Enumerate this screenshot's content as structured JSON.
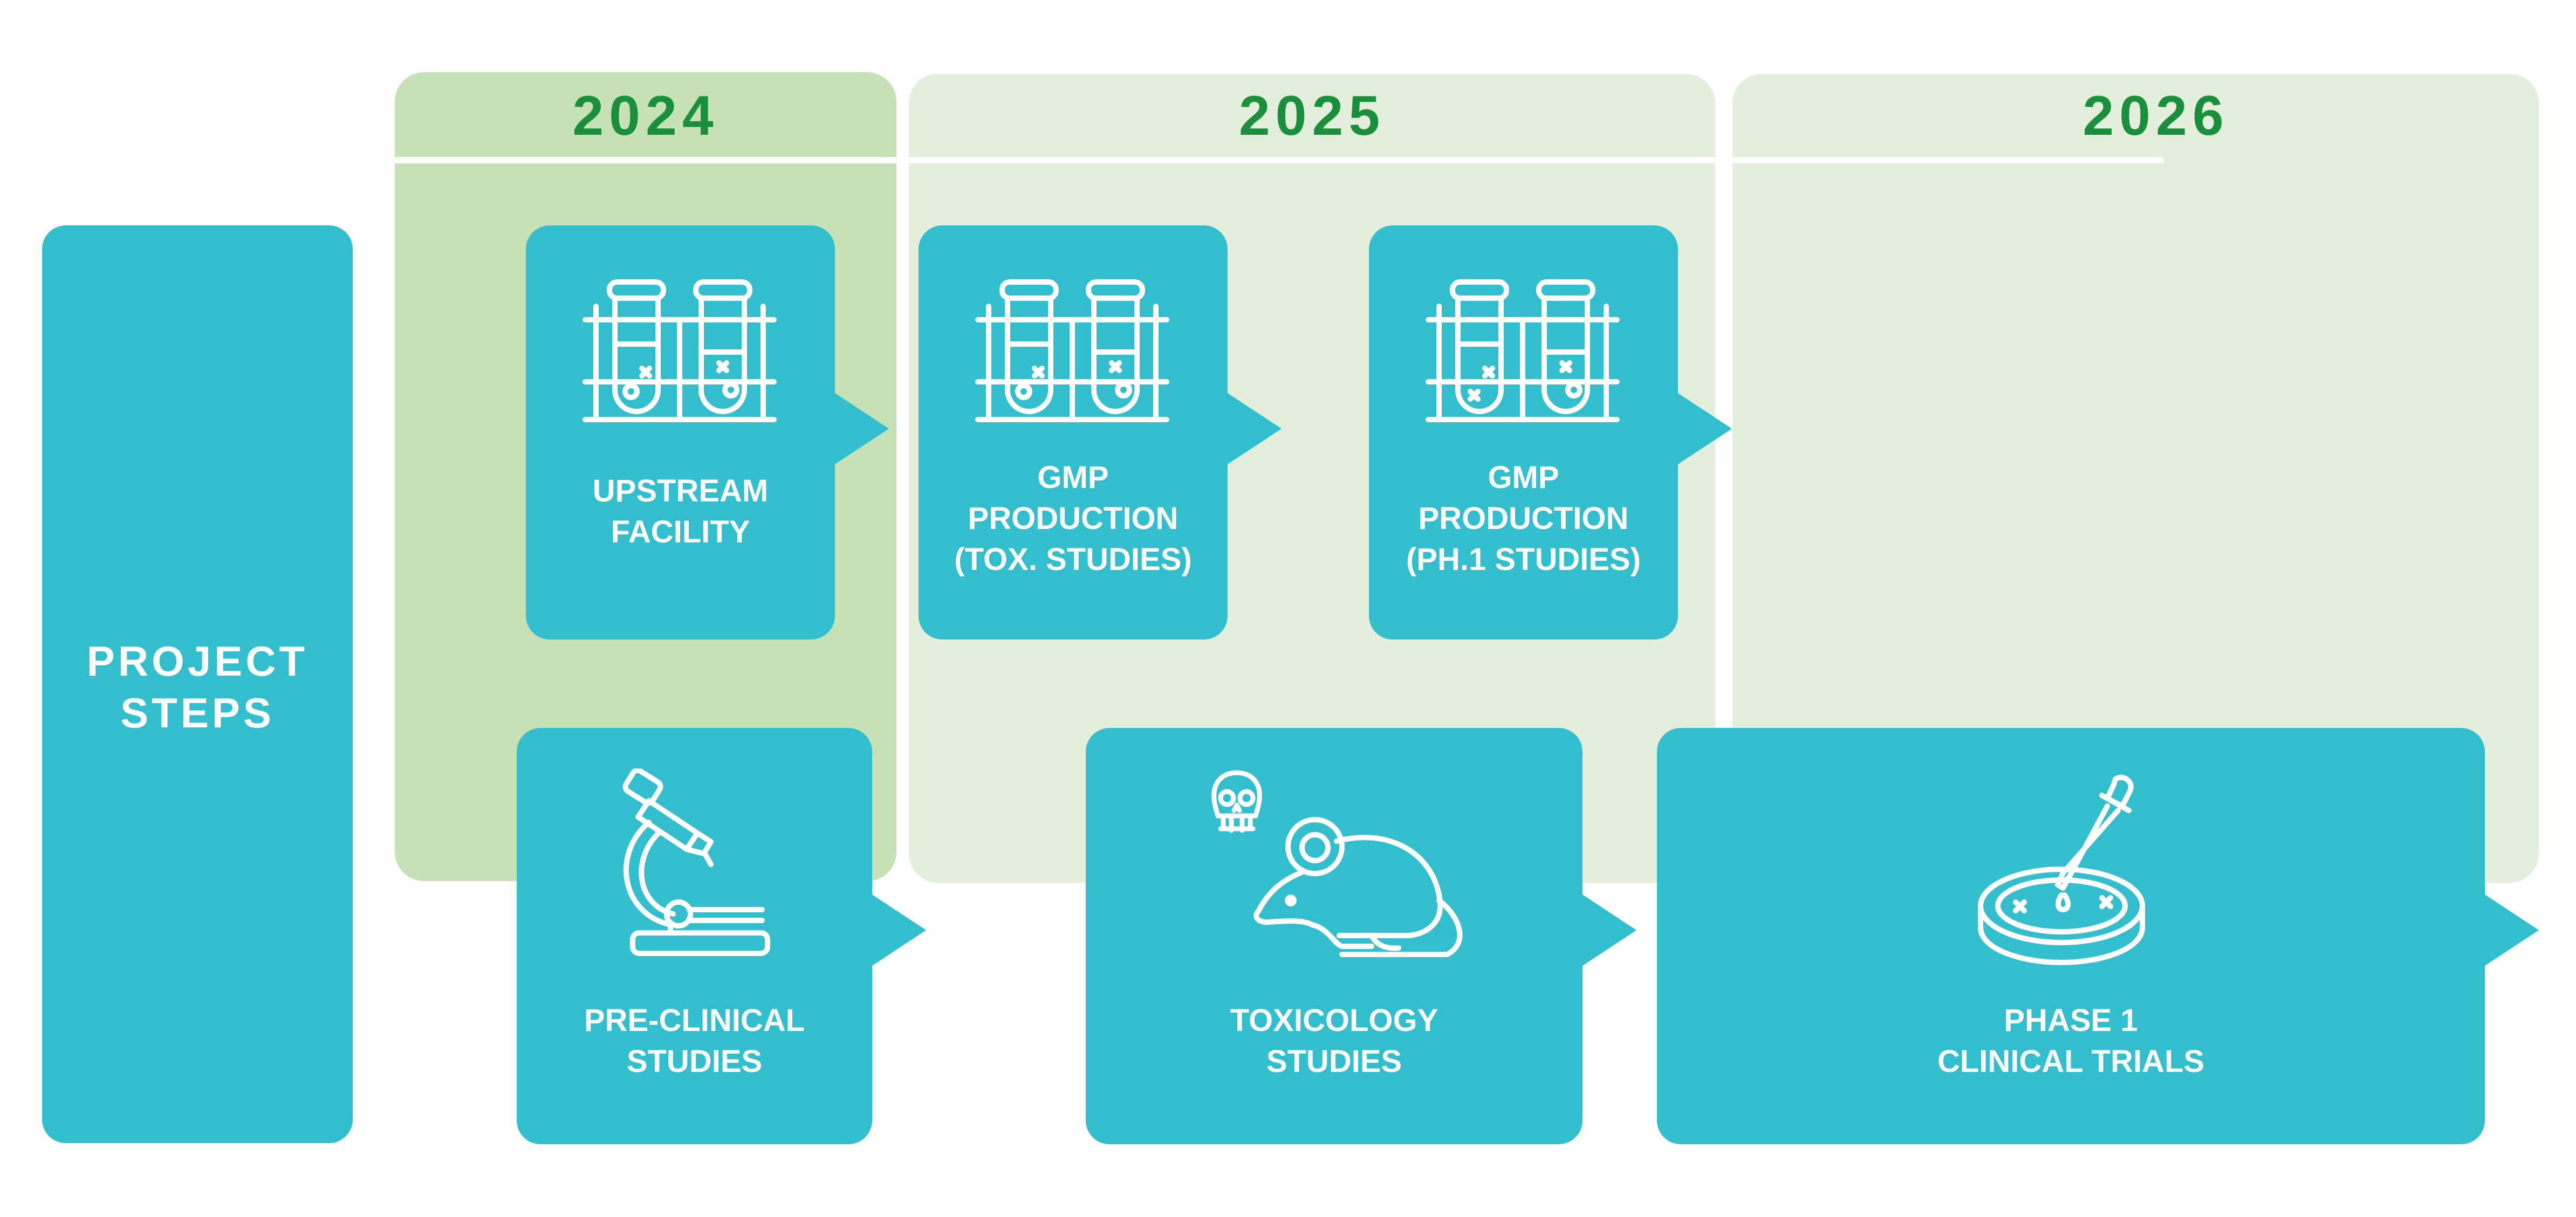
{
  "years": {
    "y2024": "2024",
    "y2025": "2025",
    "y2026": "2026"
  },
  "row_header": {
    "line1": "PROJECT",
    "line2": "STEPS"
  },
  "top_row": [
    {
      "lines": [
        "UPSTREAM",
        "FACILITY"
      ],
      "icon": "test-tubes-icon"
    },
    {
      "lines": [
        "GMP",
        "PRODUCTION",
        "(TOX. STUDIES)"
      ],
      "icon": "test-tubes-icon"
    },
    {
      "lines": [
        "GMP",
        "PRODUCTION",
        "(PH.1 STUDIES)"
      ],
      "icon": "test-tubes-icon"
    }
  ],
  "bottom_row": [
    {
      "lines": [
        "PRE-CLINICAL",
        "STUDIES"
      ],
      "icon": "microscope-icon"
    },
    {
      "lines": [
        "TOXICOLOGY",
        "STUDIES"
      ],
      "icon": "lab-rat-skull-icon"
    },
    {
      "lines": [
        "PHASE 1",
        "CLINICAL TRIALS"
      ],
      "icon": "petri-dish-dropper-icon"
    }
  ],
  "colors": {
    "teal": "#33becd",
    "year_2024_bg": "#c5e1b5",
    "year_other_bg": "#e3efdb",
    "year_text": "#1a8f3c",
    "white": "#ffffff"
  }
}
